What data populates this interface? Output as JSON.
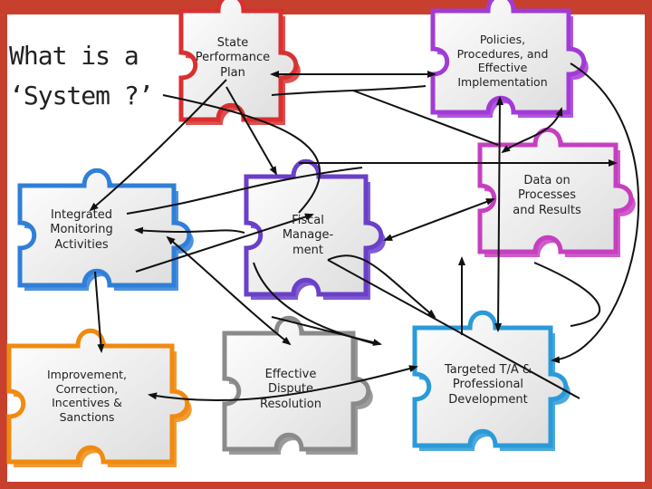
{
  "title": {
    "line1": "What is a",
    "line2": "‘System ?’"
  },
  "pieces": [
    {
      "id": "state-performance-plan",
      "label": "State Performance Plan",
      "color": "#d93030"
    },
    {
      "id": "policies",
      "label": "Policies, Procedures, and Effective Implementation",
      "color": "#a23bd6"
    },
    {
      "id": "integrated-monitoring",
      "label": "Integrated Monitoring Activities",
      "color": "#2f7fd8"
    },
    {
      "id": "fiscal-management",
      "label": "Fiscal Manage- ment",
      "color": "#6a3fc9"
    },
    {
      "id": "data-processes",
      "label": "Data on Processes and Results",
      "color": "#c63fc0"
    },
    {
      "id": "improvement",
      "label": "Improvement, Correction, Incentives & Sanctions",
      "color": "#f08a10"
    },
    {
      "id": "dispute-resolution",
      "label": "Effective Dispute Resolution",
      "color": "#8a8a8a"
    },
    {
      "id": "targeted-ta",
      "label": "Targeted T/A & Professional Development",
      "color": "#2a9ad8"
    }
  ],
  "labels": {
    "spp": [
      "State",
      "Performance",
      "Plan"
    ],
    "policies": [
      "Policies,",
      "Procedures, and",
      "Effective",
      "Implementation"
    ],
    "integrated": [
      "Integrated",
      "Monitoring",
      "Activities"
    ],
    "fiscal": [
      "Fiscal",
      "Manage-",
      "ment"
    ],
    "data": [
      "Data on",
      "Processes",
      "and Results"
    ],
    "improvement": [
      "Improvement,",
      "Correction,",
      "Incentives &",
      "Sanctions"
    ],
    "dispute": [
      "Effective",
      "Dispute",
      "Resolution"
    ],
    "targeted": [
      "Targeted T/A &",
      "Professional",
      "Development"
    ]
  }
}
